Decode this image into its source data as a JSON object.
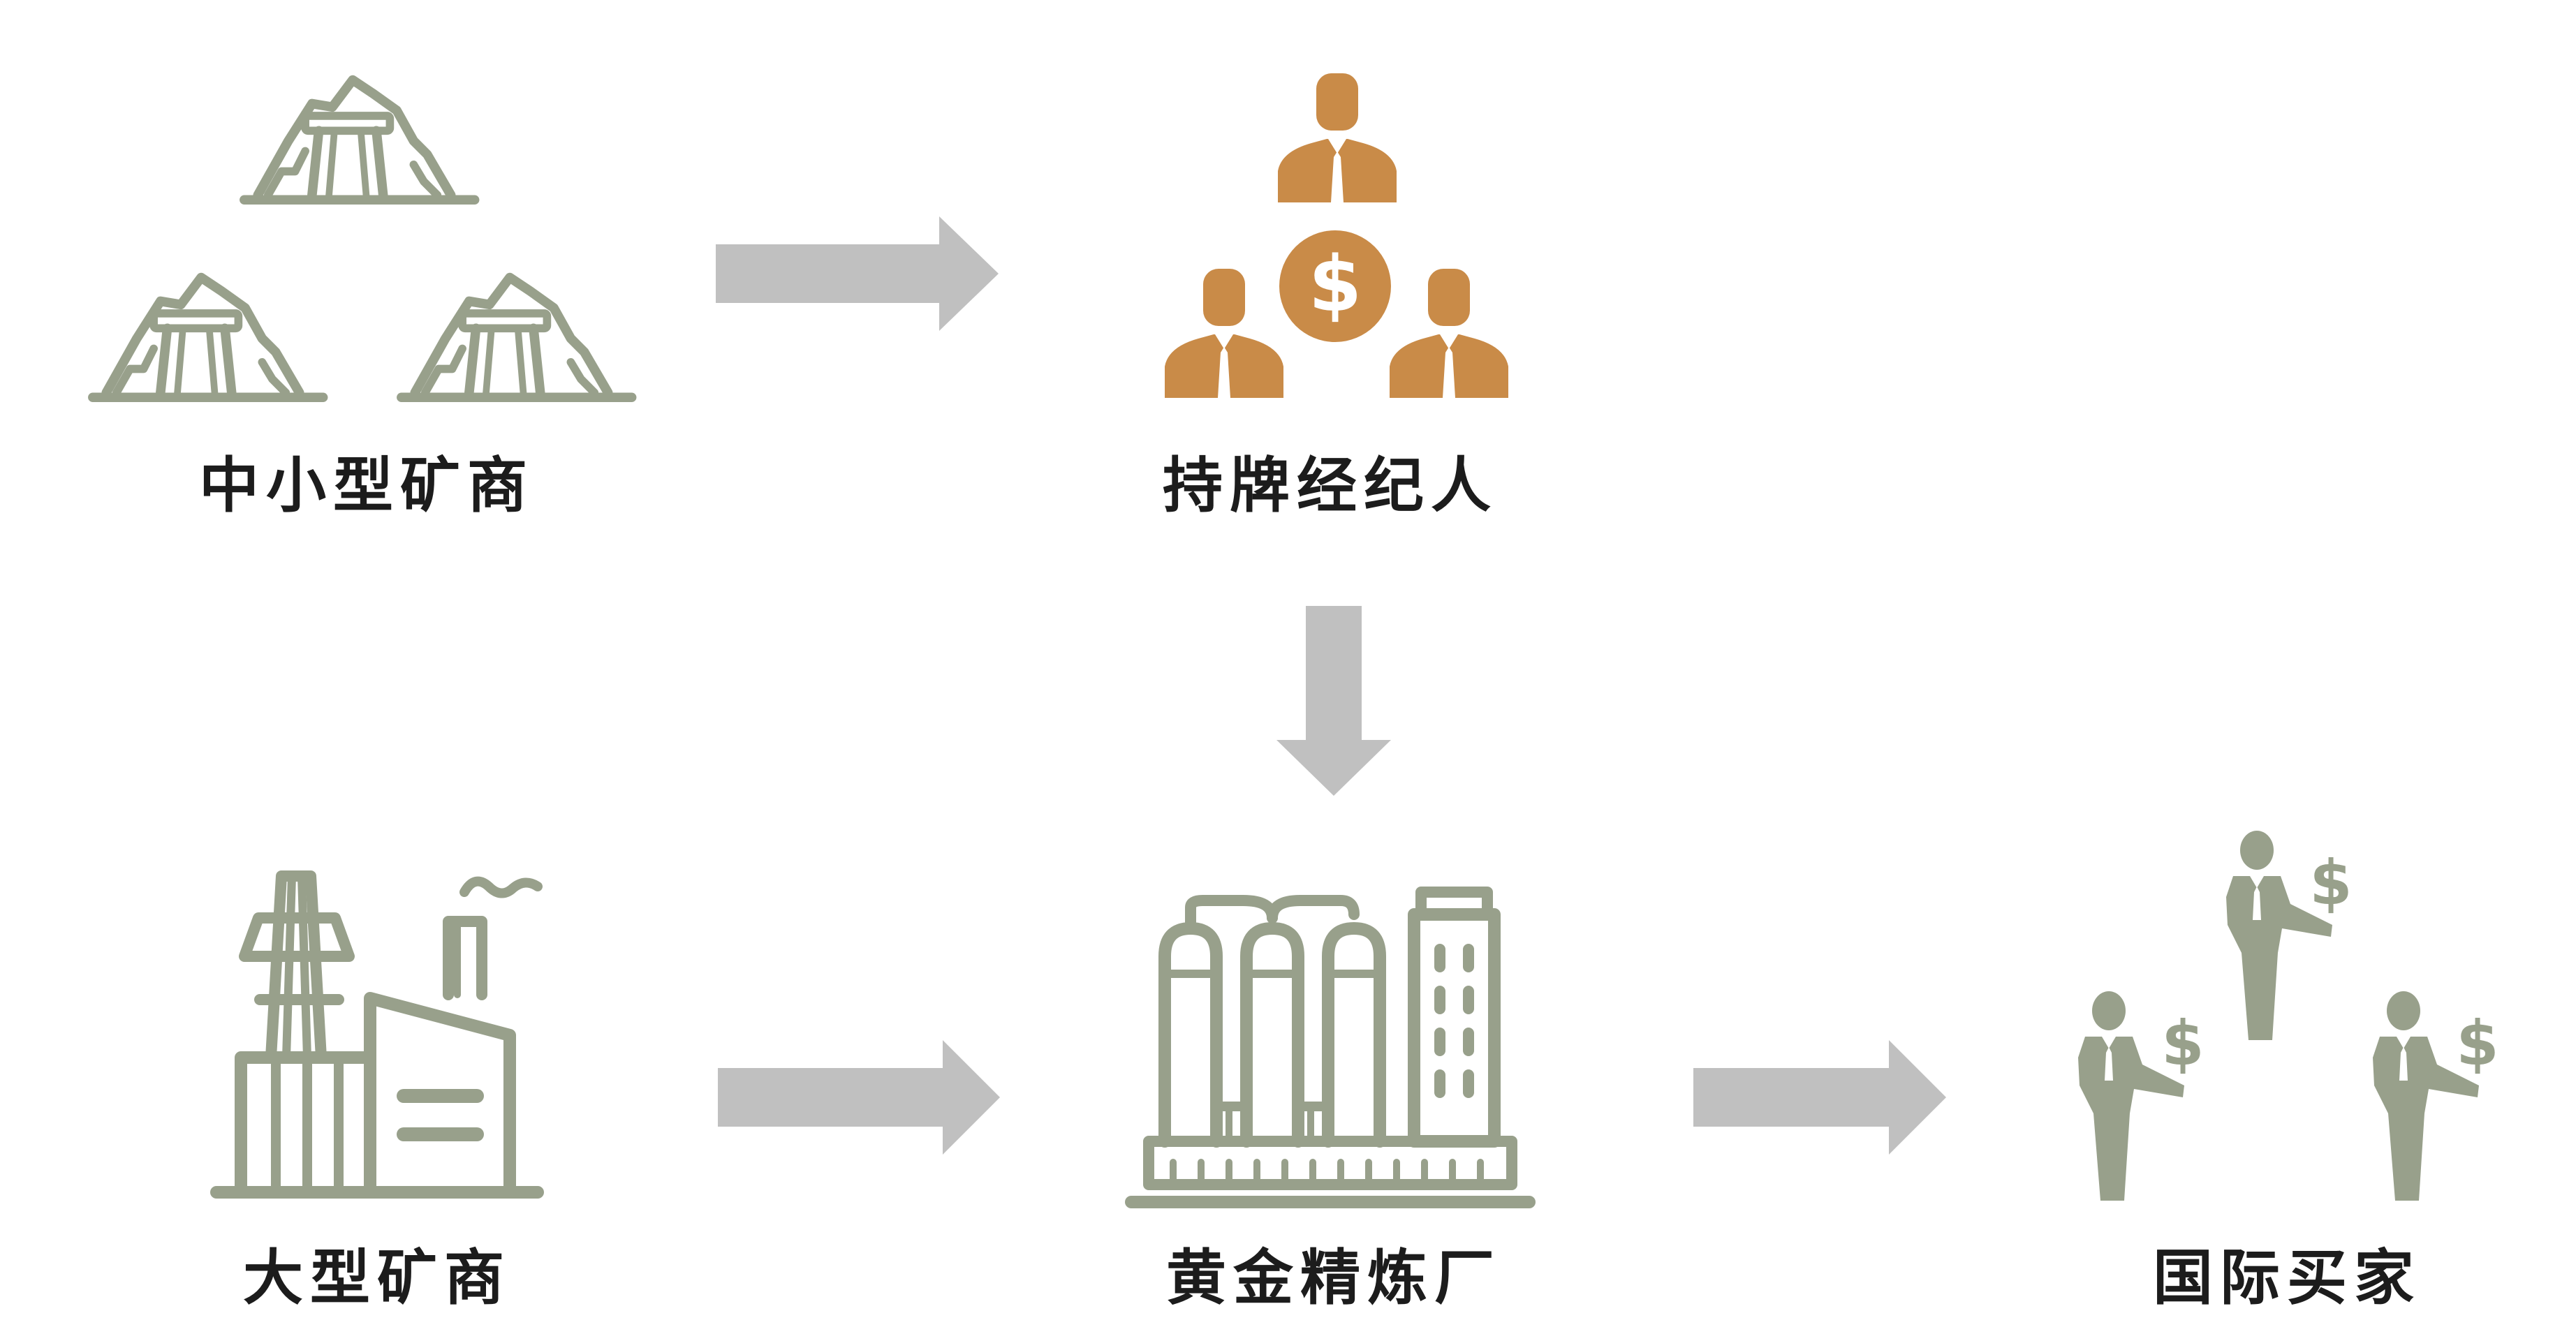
{
  "colors": {
    "mine_green": "#98a08b",
    "broker_orange": "#c98b48",
    "arrow_gray": "#c0c0c0",
    "label_dark": "#1c1c1c",
    "background": "#ffffff"
  },
  "nodes": {
    "small_miners": {
      "label": "中小型矿商",
      "icon": "mine-mountain-icon"
    },
    "broker": {
      "label": "持牌经纪人",
      "icon": "broker-people-dollar-icon"
    },
    "large_miners": {
      "label": "大型矿商",
      "icon": "industrial-plant-icon"
    },
    "refinery": {
      "label": "黄金精炼厂",
      "icon": "refinery-silo-icon"
    },
    "buyers": {
      "label": "国际买家",
      "icon": "businessman-dollar-icon"
    }
  },
  "edges": [
    {
      "from": "small_miners",
      "to": "broker"
    },
    {
      "from": "broker",
      "to": "refinery"
    },
    {
      "from": "large_miners",
      "to": "refinery"
    },
    {
      "from": "refinery",
      "to": "buyers"
    }
  ]
}
